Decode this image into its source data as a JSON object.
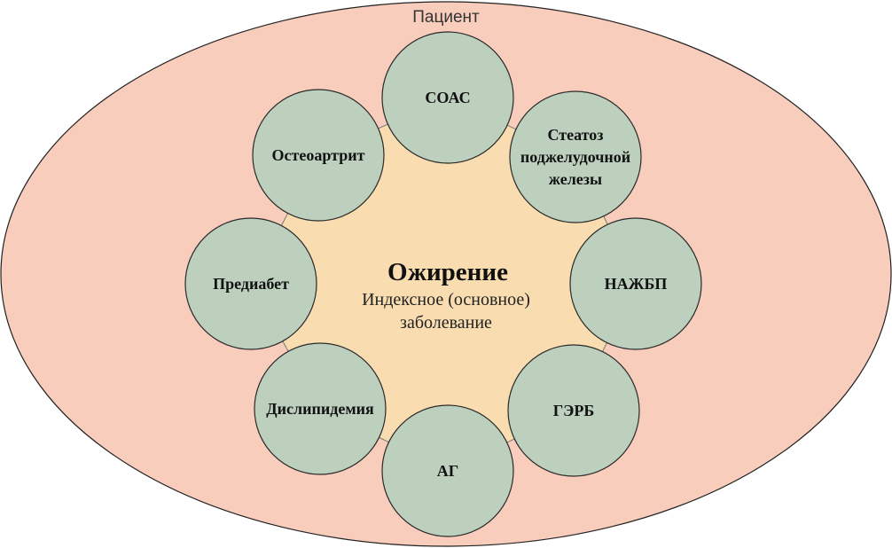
{
  "outer": {
    "label": "Пациент",
    "fill": "#F9CDBC",
    "stroke": "#222222"
  },
  "center": {
    "title": "Ожирение",
    "subtitle_lines": [
      "Индексное (основное)",
      "заболевание"
    ],
    "fill": "#F9DDB0"
  },
  "node_fill": "#BDD0BE",
  "node_stroke": "#2a2a2a",
  "nodes": [
    {
      "id": "soas",
      "lines": [
        "СОАС"
      ]
    },
    {
      "id": "steatosis",
      "lines": [
        "Стеатоз",
        "поджелудочной",
        "железы"
      ]
    },
    {
      "id": "nazhbp",
      "lines": [
        "НАЖБП"
      ]
    },
    {
      "id": "gerb",
      "lines": [
        "ГЭРБ"
      ]
    },
    {
      "id": "ag",
      "lines": [
        "АГ"
      ]
    },
    {
      "id": "dyslipidemia",
      "lines": [
        "Дислипидемия"
      ]
    },
    {
      "id": "prediabetes",
      "lines": [
        "Предиабет"
      ]
    },
    {
      "id": "osteoarthritis",
      "lines": [
        "Остеоартрит"
      ]
    }
  ]
}
